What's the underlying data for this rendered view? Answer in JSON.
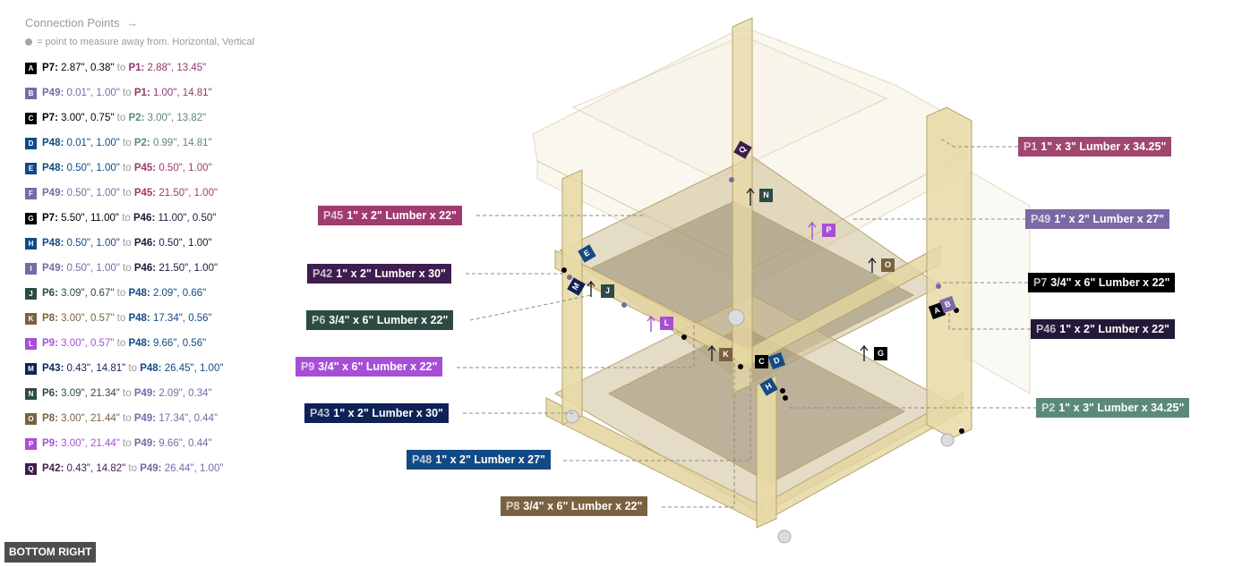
{
  "panel": {
    "title": "Connection Points",
    "title_arrow": "→",
    "legend_note": "= point to measure away from. Horizontal, Vertical"
  },
  "connection_points": [
    {
      "id": "A",
      "color": "#000000",
      "from_part": "P7:",
      "from_color": "#000000",
      "from_val": "2.87\", 0.38\"",
      "to": "to",
      "to_part": "P1:",
      "to_color": "#8e3a6b",
      "to_val": "2.88\", 13.45\""
    },
    {
      "id": "B",
      "color": "#7b68a6",
      "from_part": "P49:",
      "from_color": "#7b68a6",
      "from_val": "0.01\", 1.00\"",
      "to": "to",
      "to_part": "P1:",
      "to_color": "#8e3a6b",
      "to_val": "1.00\", 14.81\""
    },
    {
      "id": "C",
      "color": "#000000",
      "from_part": "P7:",
      "from_color": "#000000",
      "from_val": "3.00\", 0.75\"",
      "to": "to",
      "to_part": "P2:",
      "to_color": "#5b8a78",
      "to_val": "3.00\", 13.82\""
    },
    {
      "id": "D",
      "color": "#124a85",
      "from_part": "P48:",
      "from_color": "#124a85",
      "from_val": "0.01\", 1.00\"",
      "to": "to",
      "to_part": "P2:",
      "to_color": "#5b8a78",
      "to_val": "0.99\", 14.81\""
    },
    {
      "id": "E",
      "color": "#124a85",
      "from_part": "P48:",
      "from_color": "#124a85",
      "from_val": "0.50\", 1.00\"",
      "to": "to",
      "to_part": "P45:",
      "to_color": "#a13a6f",
      "to_val": "0.50\", 1.00\""
    },
    {
      "id": "F",
      "color": "#7b68a6",
      "from_part": "P49:",
      "from_color": "#7b68a6",
      "from_val": "0.50\", 1.00\"",
      "to": "to",
      "to_part": "P45:",
      "to_color": "#a13a6f",
      "to_val": "21.50\", 1.00\""
    },
    {
      "id": "G",
      "color": "#000000",
      "from_part": "P7:",
      "from_color": "#000000",
      "from_val": "5.50\", 11.00\"",
      "to": "to",
      "to_part": "P46:",
      "to_color": "#221a38",
      "to_val": "11.00\", 0.50\""
    },
    {
      "id": "H",
      "color": "#124a85",
      "from_part": "P48:",
      "from_color": "#124a85",
      "from_val": "0.50\", 1.00\"",
      "to": "to",
      "to_part": "P46:",
      "to_color": "#221a38",
      "to_val": "0.50\", 1.00\""
    },
    {
      "id": "I",
      "color": "#7b68a6",
      "from_part": "P49:",
      "from_color": "#7b68a6",
      "from_val": "0.50\", 1.00\"",
      "to": "to",
      "to_part": "P46:",
      "to_color": "#221a38",
      "to_val": "21.50\", 1.00\""
    },
    {
      "id": "J",
      "color": "#2d4a45",
      "from_part": "P6:",
      "from_color": "#2d4a45",
      "from_val": "3.09\", 0.67\"",
      "to": "to",
      "to_part": "P48:",
      "to_color": "#124a85",
      "to_val": "2.09\", 0.66\""
    },
    {
      "id": "K",
      "color": "#7a6240",
      "from_part": "P8:",
      "from_color": "#7a6240",
      "from_val": "3.00\", 0.57\"",
      "to": "to",
      "to_part": "P48:",
      "to_color": "#124a85",
      "to_val": "17.34\", 0.56\""
    },
    {
      "id": "L",
      "color": "#a64fd6",
      "from_part": "P9:",
      "from_color": "#a64fd6",
      "from_val": "3.00\", 0.57\"",
      "to": "to",
      "to_part": "P48:",
      "to_color": "#124a85",
      "to_val": "9.66\", 0.56\""
    },
    {
      "id": "M",
      "color": "#0f2257",
      "from_part": "P43:",
      "from_color": "#0f2257",
      "from_val": "0.43\", 14.81\"",
      "to": "to",
      "to_part": "P48:",
      "to_color": "#124a85",
      "to_val": "26.45\", 1.00\""
    },
    {
      "id": "N",
      "color": "#2d4a45",
      "from_part": "P6:",
      "from_color": "#2d4a45",
      "from_val": "3.09\", 21.34\"",
      "to": "to",
      "to_part": "P49:",
      "to_color": "#7b68a6",
      "to_val": "2.09\", 0.34\""
    },
    {
      "id": "O",
      "color": "#7a6240",
      "from_part": "P8:",
      "from_color": "#7a6240",
      "from_val": "3.00\", 21.44\"",
      "to": "to",
      "to_part": "P49:",
      "to_color": "#7b68a6",
      "to_val": "17.34\", 0.44\""
    },
    {
      "id": "P",
      "color": "#a64fd6",
      "from_part": "P9:",
      "from_color": "#a64fd6",
      "from_val": "3.00\", 21.44\"",
      "to": "to",
      "to_part": "P49:",
      "to_color": "#7b68a6",
      "to_val": "9.66\", 0.44\""
    },
    {
      "id": "Q",
      "color": "#3f1d4e",
      "from_part": "P42:",
      "from_color": "#3f1d4e",
      "from_val": "0.43\", 14.82\"",
      "to": "to",
      "to_part": "P49:",
      "to_color": "#7b68a6",
      "to_val": "26.44\", 1.00\""
    }
  ],
  "part_labels": [
    {
      "id": "P1",
      "desc": "1\" x 3\" Lumber x 34.25\"",
      "color": "#a0466f"
    },
    {
      "id": "P45",
      "desc": "1\" x 2\" Lumber x 22\"",
      "color": "#a13a6f"
    },
    {
      "id": "P49",
      "desc": "1\" x 2\" Lumber x 27\"",
      "color": "#7b68a6"
    },
    {
      "id": "P42",
      "desc": "1\" x 2\" Lumber x 30\"",
      "color": "#3f1d4e"
    },
    {
      "id": "P7",
      "desc": "3/4\" x 6\" Lumber x 22\"",
      "color": "#000000"
    },
    {
      "id": "P6",
      "desc": "3/4\" x 6\" Lumber x 22\"",
      "color": "#2d4a45"
    },
    {
      "id": "P46",
      "desc": "1\" x 2\" Lumber x 22\"",
      "color": "#221a38"
    },
    {
      "id": "P9",
      "desc": "3/4\" x 6\" Lumber x 22\"",
      "color": "#a64fd6"
    },
    {
      "id": "P2",
      "desc": "1\" x 3\" Lumber x 34.25\"",
      "color": "#5b8a78"
    },
    {
      "id": "P43",
      "desc": "1\" x 2\" Lumber x 30\"",
      "color": "#0f2257"
    },
    {
      "id": "P48",
      "desc": "1\" x 2\" Lumber x 27\"",
      "color": "#124a85"
    },
    {
      "id": "P8",
      "desc": "3/4\" x 6\" Lumber x 22\"",
      "color": "#7a6240"
    }
  ],
  "view_button": {
    "label": "BOTTOM RIGHT"
  }
}
